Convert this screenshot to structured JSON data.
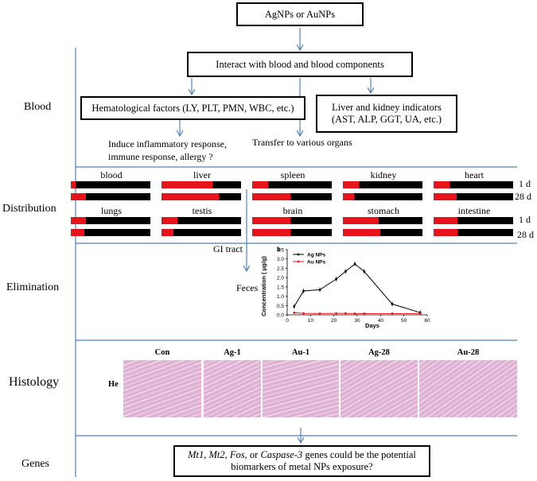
{
  "top_box": "AgNPs or AuNPs",
  "interact_box": "Interact with blood and blood components",
  "hema_box": "Hematological factors (LY, PLT, PMN, WBC, etc.)",
  "liver_box": [
    "Liver and kidney indicators",
    "(AST, ALP, GGT, UA, etc.)"
  ],
  "induce_text": [
    "Induce inflammatory response,",
    "immune response, allergy ?"
  ],
  "transfer_text": "Transfer to various organs",
  "sections": {
    "blood": "Blood",
    "distribution": "Distribution",
    "elimination": "Elimination",
    "histology": "Histology",
    "genes": "Genes"
  },
  "distribution": {
    "days": [
      "1 d",
      "28 d"
    ],
    "row1": [
      {
        "organ": "blood",
        "d1": 0.06,
        "d28": 0.19
      },
      {
        "organ": "liver",
        "d1": 0.64,
        "d28": 0.72
      },
      {
        "organ": "spleen",
        "d1": 0.2,
        "d28": 0.48
      },
      {
        "organ": "kidney",
        "d1": 0.2,
        "d28": 0.14
      },
      {
        "organ": "heart",
        "d1": 0.2,
        "d28": 0.29
      }
    ],
    "row2": [
      {
        "organ": "lungs",
        "d1": 0.19,
        "d28": 0.17
      },
      {
        "organ": "testis",
        "d1": 0.2,
        "d28": 0.15
      },
      {
        "organ": "brain",
        "d1": 0.48,
        "d28": 0.48
      },
      {
        "organ": "stomach",
        "d1": 0.45,
        "d28": 0.47
      },
      {
        "organ": "intestine",
        "d1": 0.3,
        "d28": 0.3
      }
    ]
  },
  "gi_tract": "GI tract",
  "feces": "Feces",
  "chart_data": {
    "type": "line",
    "panel_label": "b",
    "xlabel": "Days",
    "ylabel": "Concentration ( μg/g)",
    "xlim": [
      0,
      60
    ],
    "ylim": [
      0,
      3.5
    ],
    "xticks": [
      0,
      10,
      20,
      30,
      40,
      50,
      60
    ],
    "yticks": [
      0,
      0.5,
      1.0,
      1.5,
      2.0,
      2.5,
      3.0,
      3.5
    ],
    "ytick_labels": [
      "0.0",
      "0.5",
      "1.0",
      "1.5",
      "2.0",
      "2.5",
      "3.0",
      "3.5"
    ],
    "series": [
      {
        "name": "Ag NPs",
        "color": "#000000",
        "x": [
          3,
          7,
          14,
          21,
          25,
          29,
          33,
          45,
          57
        ],
        "y": [
          0.45,
          1.28,
          1.35,
          1.92,
          2.33,
          2.73,
          2.33,
          0.58,
          0.12
        ]
      },
      {
        "name": "Au NPs",
        "color": "#e8141b",
        "x": [
          3,
          7,
          14,
          21,
          25,
          29,
          33,
          45,
          57
        ],
        "y": [
          0.11,
          0.08,
          0.07,
          0.08,
          0.08,
          0.07,
          0.07,
          0.07,
          0.07
        ]
      }
    ]
  },
  "histology": {
    "row_label": "He",
    "panels": [
      "Con",
      "Ag-1",
      "Au-1",
      "Ag-28",
      "Au-28"
    ]
  },
  "genes_box": {
    "line1_parts": [
      "Mt1",
      ", ",
      "Mt2",
      ", ",
      "Fos",
      ", or ",
      "Caspase-3",
      " genes could be the potential"
    ],
    "line2": "biomarkers of metal NPs exposure?"
  },
  "colors": {
    "arrow": "#4f81bd",
    "accent": "#e8141b",
    "tissue": "#e2b8d6"
  }
}
